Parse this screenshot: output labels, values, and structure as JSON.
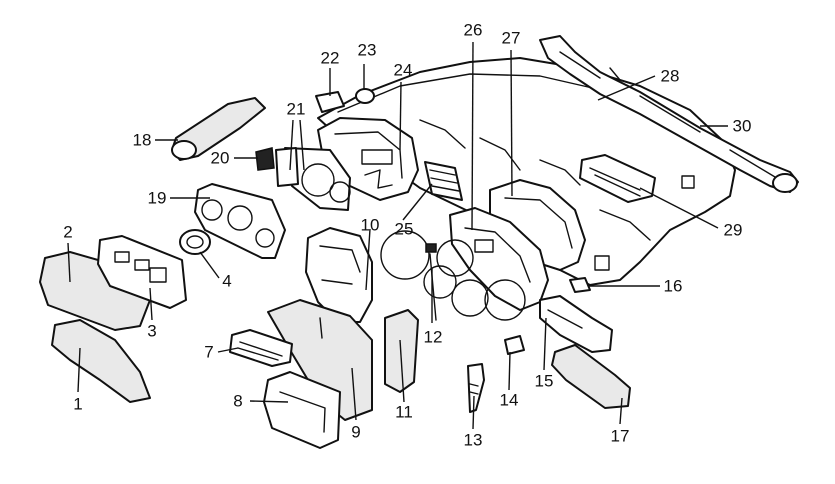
{
  "callouts": [
    {
      "label": "1"
    },
    {
      "label": "2"
    },
    {
      "label": "3"
    },
    {
      "label": "4"
    },
    {
      "label": "7"
    },
    {
      "label": "8"
    },
    {
      "label": "9"
    },
    {
      "label": "10"
    },
    {
      "label": "11"
    },
    {
      "label": "12"
    },
    {
      "label": "13"
    },
    {
      "label": "14"
    },
    {
      "label": "15"
    },
    {
      "label": "16"
    },
    {
      "label": "17"
    },
    {
      "label": "18"
    },
    {
      "label": "19"
    },
    {
      "label": "20"
    },
    {
      "label": "21"
    },
    {
      "label": "22"
    },
    {
      "label": "23"
    },
    {
      "label": "24"
    },
    {
      "label": "25"
    },
    {
      "label": "26"
    },
    {
      "label": "27"
    },
    {
      "label": "28"
    },
    {
      "label": "29"
    },
    {
      "label": "30"
    }
  ],
  "colors": {
    "line": "#111111",
    "background": "#ffffff"
  }
}
